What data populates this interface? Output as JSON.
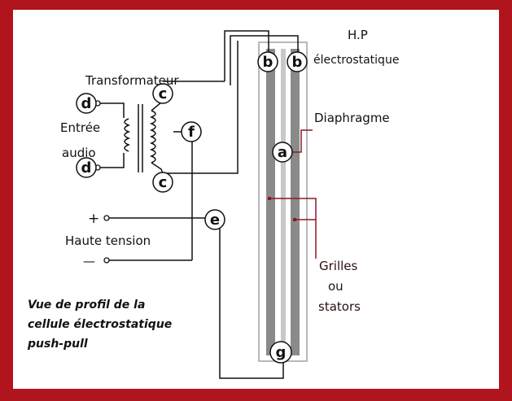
{
  "labels": {
    "hp_line1": "H.P",
    "hp_line2": "électrostatique",
    "transformateur": "Transformateur",
    "entree_line1": "Entrée",
    "entree_line2": "audio",
    "diaphragme": "Diaphragme",
    "plus": "+",
    "minus": "—",
    "haute_tension": "Haute tension",
    "grilles_line1": "Grilles",
    "grilles_line2": "ou",
    "grilles_line3": "stators",
    "caption_line1": "Vue de profil de la",
    "caption_line2": "cellule  électrostatique",
    "caption_line3": "push-pull"
  },
  "badges": {
    "b_left": "b",
    "b_right": "b",
    "c_top": "c",
    "c_bottom": "c",
    "d_top": "d",
    "d_bottom": "d",
    "f": "f",
    "e": "e",
    "a": "a",
    "g": "g"
  },
  "colors": {
    "frame": "#b0141c",
    "leader": "#8b1a24",
    "wire": "#111111",
    "stator": "#8a8a8a",
    "diaphragm": "#c8c8c8"
  }
}
